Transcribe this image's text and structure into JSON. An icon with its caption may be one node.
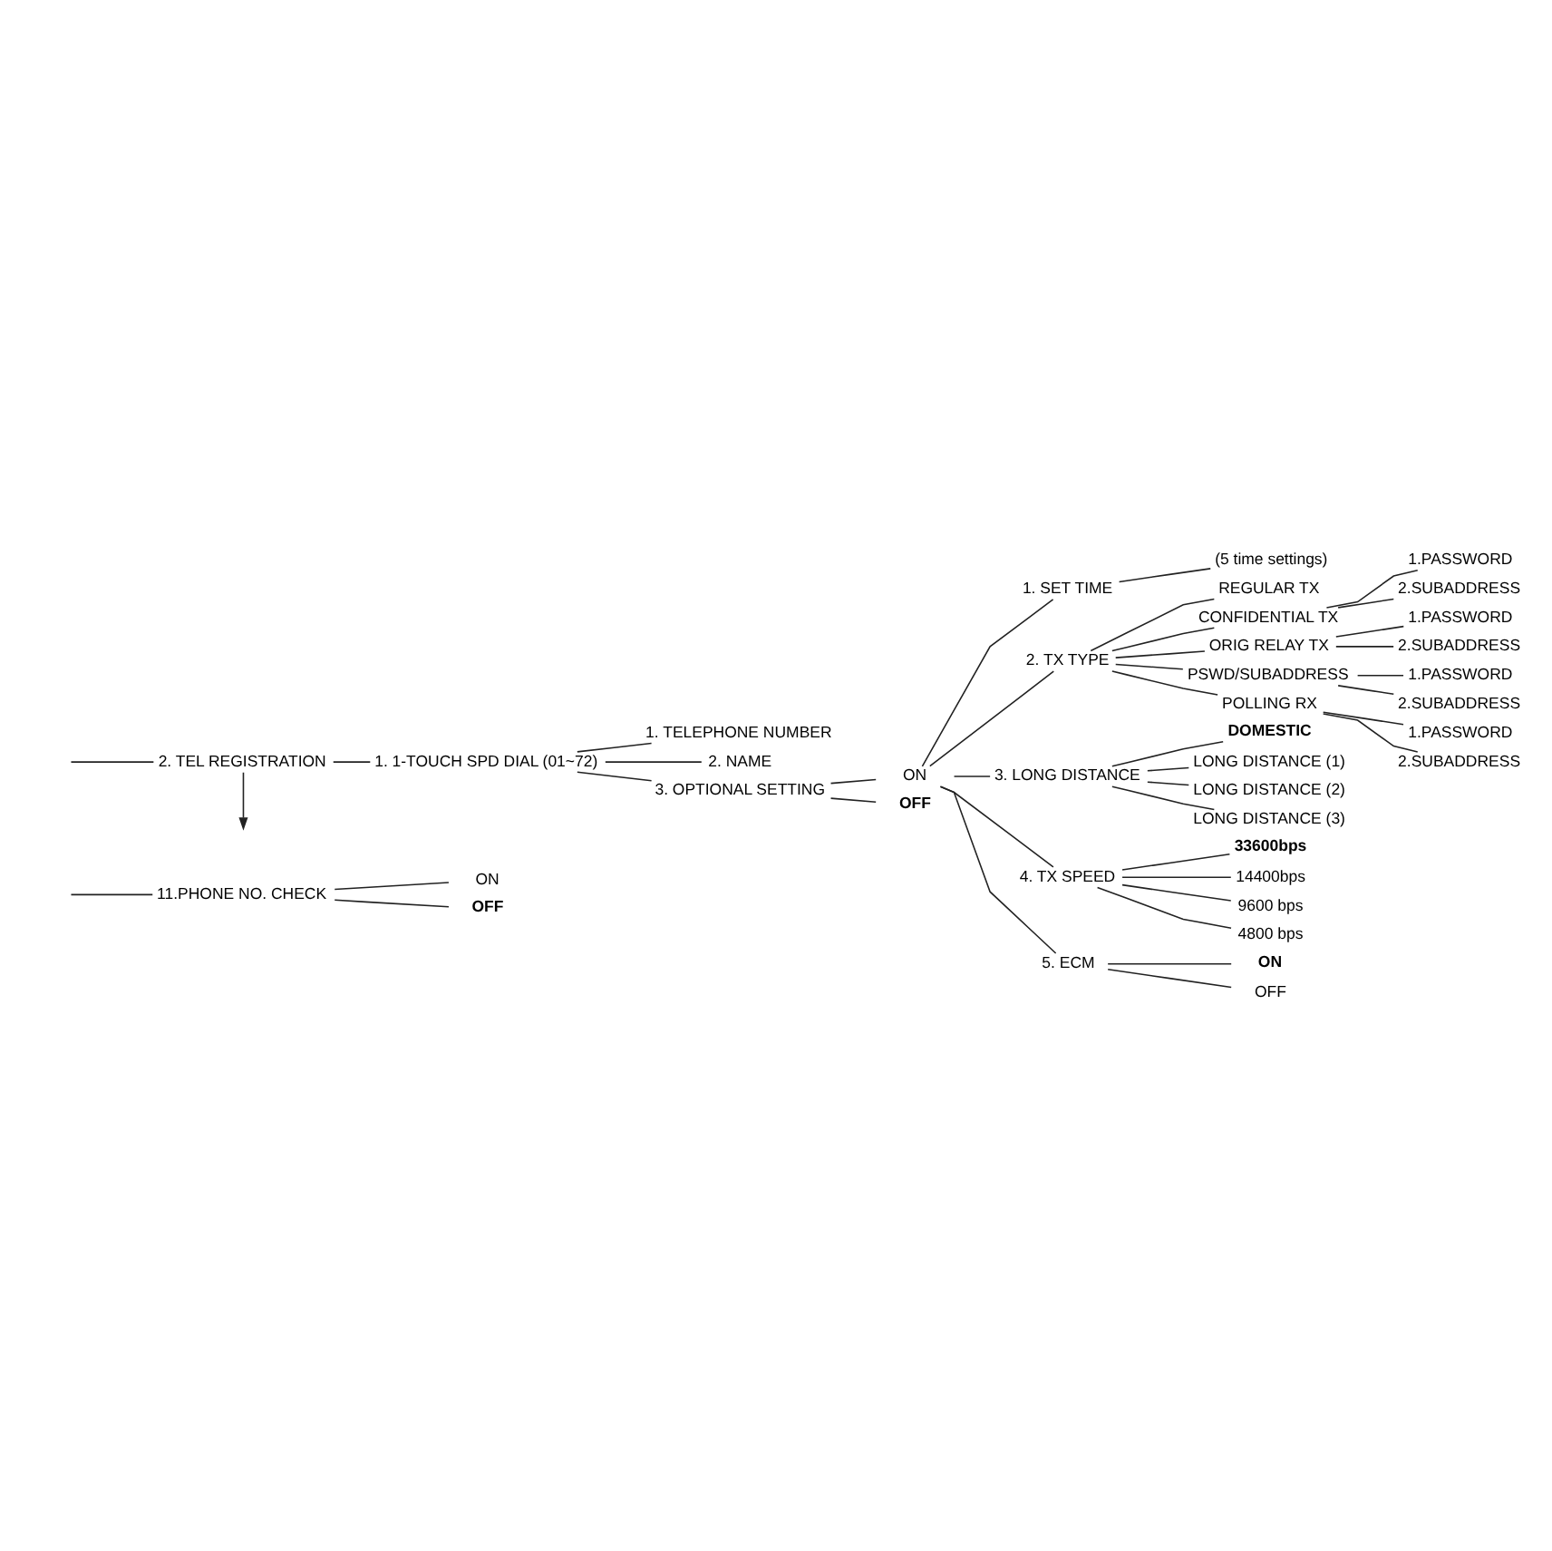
{
  "diagram": {
    "nodes": [
      {
        "text": [
          "11.PHONE NO. CHECK"
        ]
      },
      {
        "text": [
          "ON"
        ]
      },
      {
        "text": [
          "OFF"
        ]
      },
      {
        "text": [
          "2. TEL REGISTRATION"
        ]
      },
      {
        "text": [
          "1. 1-TOUCH SPD DIAL (01~72)"
        ]
      },
      {
        "text": [
          "1. TELEPHONE NUMBER"
        ]
      },
      {
        "text": [
          "2. NAME"
        ]
      },
      {
        "text": [
          "3. OPTIONAL SETTING"
        ]
      },
      {
        "text": [
          "ON"
        ]
      },
      {
        "text": [
          "OFF"
        ]
      },
      {
        "text": [
          "1. SET TIME"
        ]
      },
      {
        "text": [
          "(5 time settings)"
        ]
      },
      {
        "text": [
          "2. TX TYPE"
        ]
      },
      {
        "text": [
          "REGULAR TX"
        ]
      },
      {
        "text": [
          "CONFIDENTIAL TX"
        ]
      },
      {
        "text": [
          "1.PASSWORD"
        ]
      },
      {
        "text": [
          "2.SUBADDRESS"
        ]
      },
      {
        "text": [
          "ORIG RELAY TX"
        ]
      },
      {
        "text": [
          "1.PASSWORD"
        ]
      },
      {
        "text": [
          "2.SUBADDRESS"
        ]
      },
      {
        "text": [
          "PSWD/SUBADDRESS"
        ]
      },
      {
        "text": [
          "1.PASSWORD"
        ]
      },
      {
        "text": [
          "2.SUBADDRESS"
        ]
      },
      {
        "text": [
          "POLLING RX"
        ]
      },
      {
        "text": [
          "1.PASSWORD"
        ]
      },
      {
        "text": [
          "2.SUBADDRESS"
        ]
      },
      {
        "text": [
          "3. LONG DISTANCE"
        ]
      },
      {
        "text": [
          "DOMESTIC"
        ]
      },
      {
        "text": [
          "LONG DISTANCE (1)"
        ]
      },
      {
        "text": [
          "LONG DISTANCE (2)"
        ]
      },
      {
        "text": [
          "LONG DISTANCE (3)"
        ]
      },
      {
        "text": [
          "4. TX SPEED"
        ]
      },
      {
        "text": [
          "33600bps"
        ]
      },
      {
        "text": [
          "14400bps"
        ]
      },
      {
        "text": [
          "9600 bps"
        ]
      },
      {
        "text": [
          "4800 bps"
        ]
      },
      {
        "text": [
          "5. ECM"
        ]
      },
      {
        "text": [
          "ON"
        ]
      },
      {
        "text": [
          "OFF"
        ]
      }
    ],
    "edges": [
      {
        "from": null,
        "to": 0,
        "arrow": "none"
      },
      {
        "from": 0,
        "to": 1,
        "arrow": "none"
      },
      {
        "from": 0,
        "to": 2,
        "arrow": "none"
      },
      {
        "from": null,
        "to": 3,
        "arrow": "none"
      },
      {
        "from": 3,
        "to": 4,
        "arrow": "none"
      },
      {
        "from": 3,
        "to": null,
        "arrow": "to"
      },
      {
        "from": 4,
        "to": 5,
        "arrow": "none"
      },
      {
        "from": 4,
        "to": 6,
        "arrow": "none"
      },
      {
        "from": 4,
        "to": 7,
        "arrow": "none"
      },
      {
        "from": 7,
        "to": 8,
        "arrow": "none"
      },
      {
        "from": 7,
        "to": 9,
        "arrow": "none"
      },
      {
        "from": 8,
        "to": 10,
        "arrow": "none"
      },
      {
        "from": 8,
        "to": 12,
        "arrow": "none"
      },
      {
        "from": 8,
        "to": 26,
        "arrow": "none"
      },
      {
        "from": 8,
        "to": 31,
        "arrow": "none"
      },
      {
        "from": 8,
        "to": 36,
        "arrow": "none"
      },
      {
        "from": 10,
        "to": 11,
        "arrow": "none"
      },
      {
        "from": 12,
        "to": 13,
        "arrow": "none"
      },
      {
        "from": 12,
        "to": 14,
        "arrow": "none"
      },
      {
        "from": 12,
        "to": 17,
        "arrow": "none"
      },
      {
        "from": 12,
        "to": 20,
        "arrow": "none"
      },
      {
        "from": 12,
        "to": 23,
        "arrow": "none"
      },
      {
        "from": 14,
        "to": 15,
        "arrow": "none"
      },
      {
        "from": 14,
        "to": 16,
        "arrow": "none"
      },
      {
        "from": 17,
        "to": 18,
        "arrow": "none"
      },
      {
        "from": 17,
        "to": 19,
        "arrow": "none"
      },
      {
        "from": 20,
        "to": 21,
        "arrow": "none"
      },
      {
        "from": 20,
        "to": 22,
        "arrow": "none"
      },
      {
        "from": 23,
        "to": 24,
        "arrow": "none"
      },
      {
        "from": 23,
        "to": 25,
        "arrow": "none"
      },
      {
        "from": 26,
        "to": 27,
        "arrow": "none"
      },
      {
        "from": 26,
        "to": 28,
        "arrow": "none"
      },
      {
        "from": 26,
        "to": 29,
        "arrow": "none"
      },
      {
        "from": 26,
        "to": 30,
        "arrow": "none"
      },
      {
        "from": 31,
        "to": 32,
        "arrow": "none"
      },
      {
        "from": 31,
        "to": 33,
        "arrow": "none"
      },
      {
        "from": 31,
        "to": 34,
        "arrow": "none"
      },
      {
        "from": 31,
        "to": 35,
        "arrow": "none"
      },
      {
        "from": 36,
        "to": 37,
        "arrow": "none"
      },
      {
        "from": 36,
        "to": 38,
        "arrow": "none"
      }
    ]
  }
}
